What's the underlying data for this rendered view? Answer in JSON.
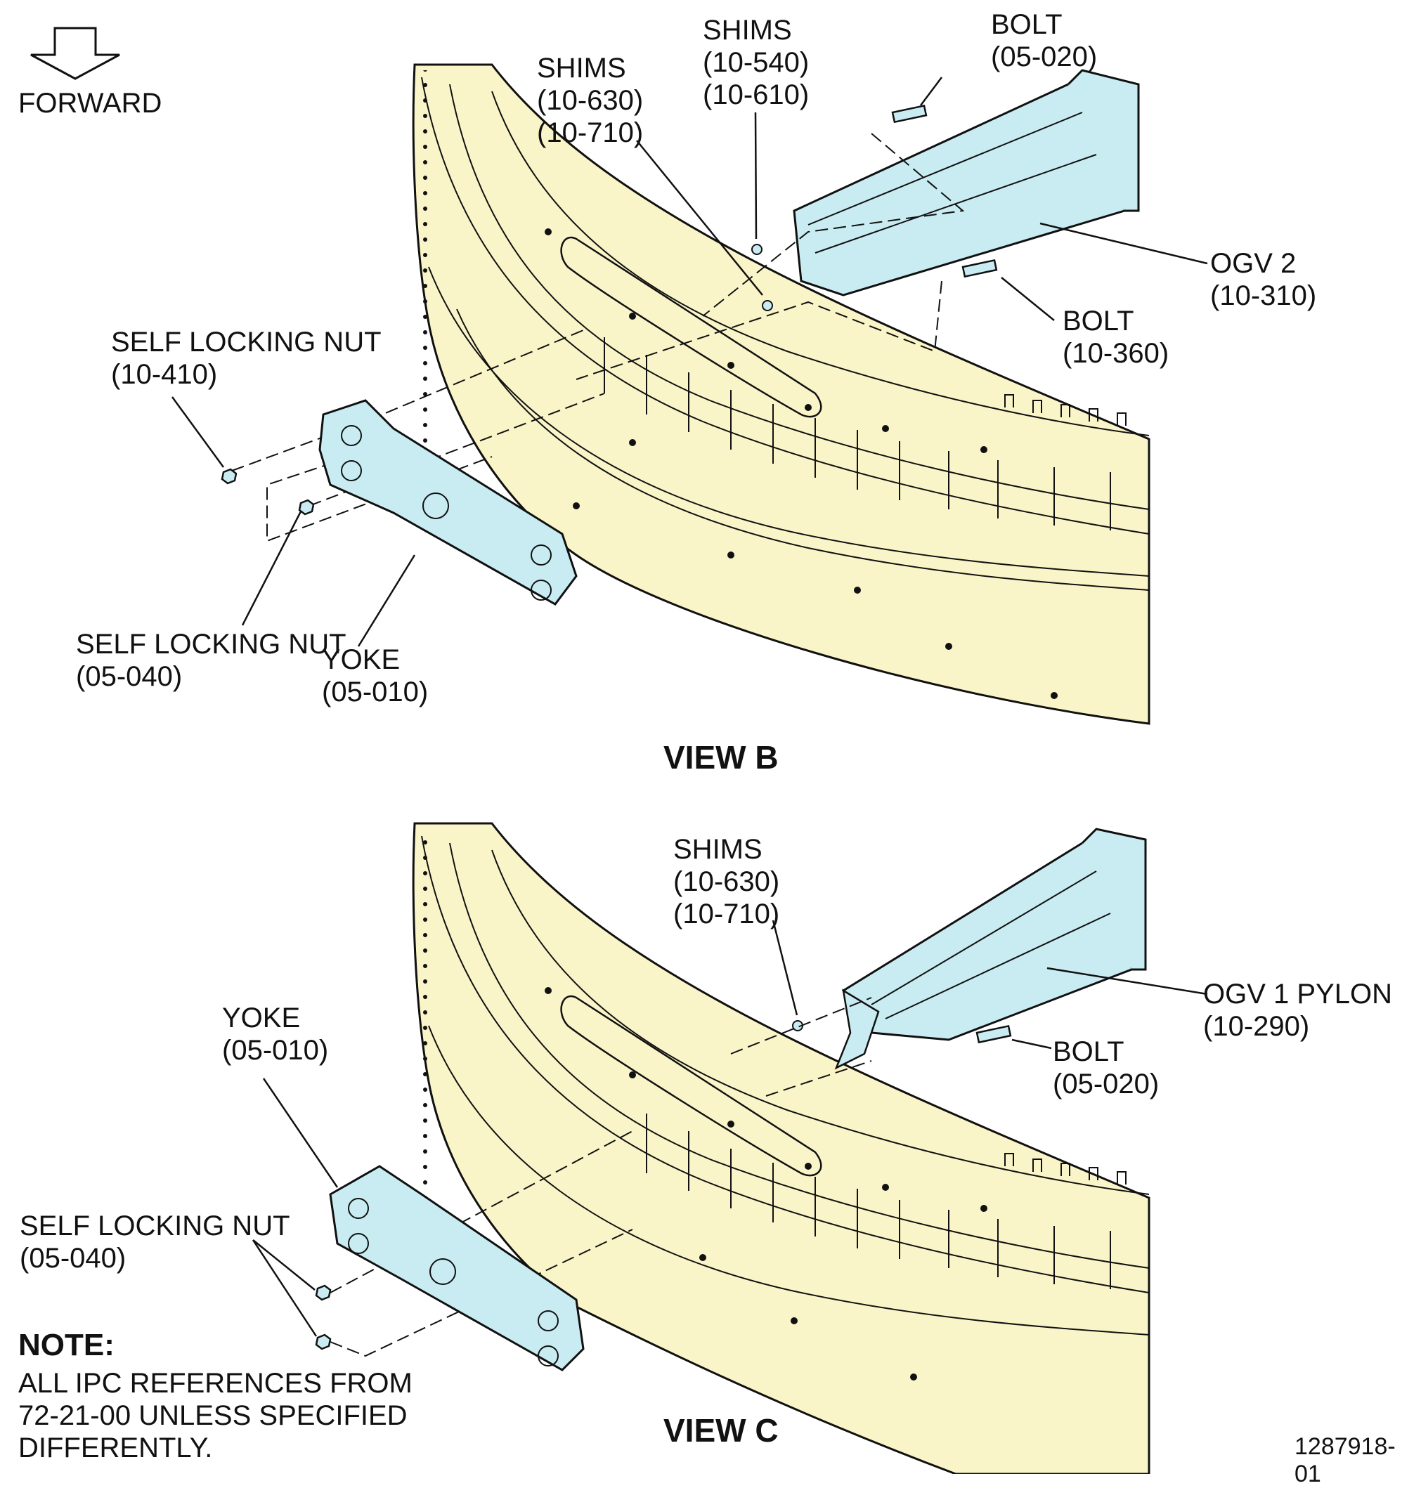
{
  "forward_label": "FORWARD",
  "view_b": {
    "title": "VIEW B",
    "shims_a": {
      "name": "SHIMS",
      "refs": [
        "(10-630)",
        "(10-710)"
      ]
    },
    "shims_b": {
      "name": "SHIMS",
      "refs": [
        "(10-540)",
        "(10-610)"
      ]
    },
    "bolt_top": {
      "name": "BOLT",
      "ref": "(05-020)"
    },
    "ogv": {
      "name": "OGV 2",
      "ref": "(10-310)"
    },
    "bolt_mid": {
      "name": "BOLT",
      "ref": "(10-360)"
    },
    "nut_upper": {
      "name": "SELF LOCKING NUT",
      "ref": "(10-410)"
    },
    "nut_lower": {
      "name": "SELF LOCKING NUT",
      "ref": "(05-040)"
    },
    "yoke": {
      "name": "YOKE",
      "ref": "(05-010)"
    }
  },
  "view_c": {
    "title": "VIEW C",
    "shims": {
      "name": "SHIMS",
      "refs": [
        "(10-630)",
        "(10-710)"
      ]
    },
    "ogv": {
      "name": "OGV 1 PYLON",
      "ref": "(10-290)"
    },
    "bolt": {
      "name": "BOLT",
      "ref": "(05-020)"
    },
    "yoke": {
      "name": "YOKE",
      "ref": "(05-010)"
    },
    "nut": {
      "name": "SELF LOCKING NUT",
      "ref": "(05-040)"
    }
  },
  "note": {
    "heading": "NOTE:",
    "lines": [
      "ALL IPC REFERENCES FROM",
      "72-21-00 UNLESS SPECIFIED",
      "DIFFERENTLY."
    ]
  },
  "figure_id": "1287918-01",
  "colors": {
    "ring": "#faf5c8",
    "part": "#c8ecf2",
    "line": "#111111"
  }
}
